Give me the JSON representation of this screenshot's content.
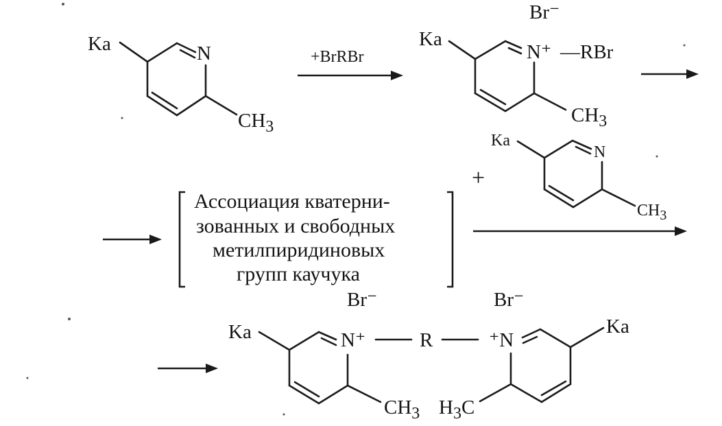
{
  "labels": {
    "ka": "Ka",
    "n": "N",
    "n_plus": "N⁺",
    "plus_n": "⁺N",
    "ch3_prefix": "CH",
    "ch3_sub": "3",
    "h3c_h": "H",
    "h3c_sub": "3",
    "h3c_c": "C",
    "br_minus": "Br⁻",
    "rbr_bond": "—RBr",
    "r": "R"
  },
  "reagent": "+BrRBr",
  "plus_sign": "+",
  "association_box": {
    "lines": [
      "Ассоциация  кватерни-",
      "зованных и свободных",
      "метилпиридиновых",
      "групп каучука"
    ]
  }
}
